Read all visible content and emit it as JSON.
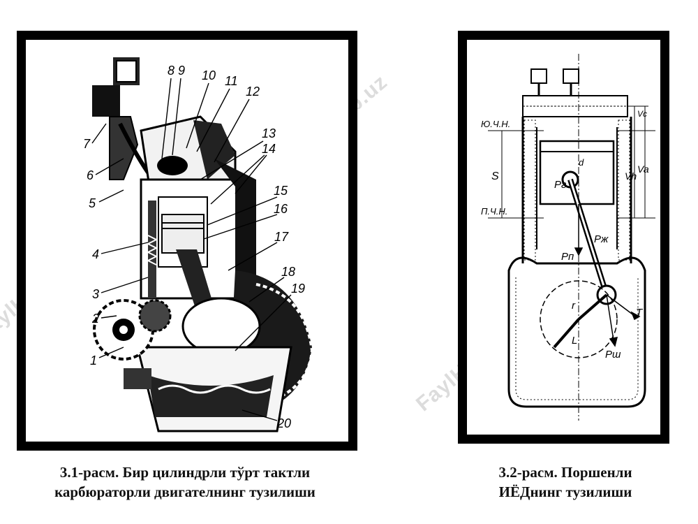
{
  "figure_left": {
    "caption_line1": "3.1-расм. Бир цилиндрли тўрт тактли",
    "caption_line2": "карбюраторли двигателнинг тузилиши",
    "part_numbers": [
      "1",
      "2",
      "3",
      "4",
      "5",
      "6",
      "7",
      "8",
      "9",
      "10",
      "11",
      "12",
      "13",
      "14",
      "15",
      "16",
      "17",
      "18",
      "19",
      "20"
    ]
  },
  "figure_right": {
    "caption_line1": "3.2-расм. Поршенли",
    "caption_line2": "ИЁДнинг тузилиши",
    "labels": {
      "tdc": "Ю.Ч.Н.",
      "bdc": "П.Ч.Н.",
      "stroke": "S",
      "vh": "Vh",
      "va": "Va",
      "vc": "Vc",
      "pn": "Pп",
      "psh": "Pш",
      "pg": "Pг",
      "pj": "Pж",
      "r": "r",
      "l": "L",
      "t": "T",
      "d": "d"
    }
  },
  "watermark": "FaylHub.uz"
}
